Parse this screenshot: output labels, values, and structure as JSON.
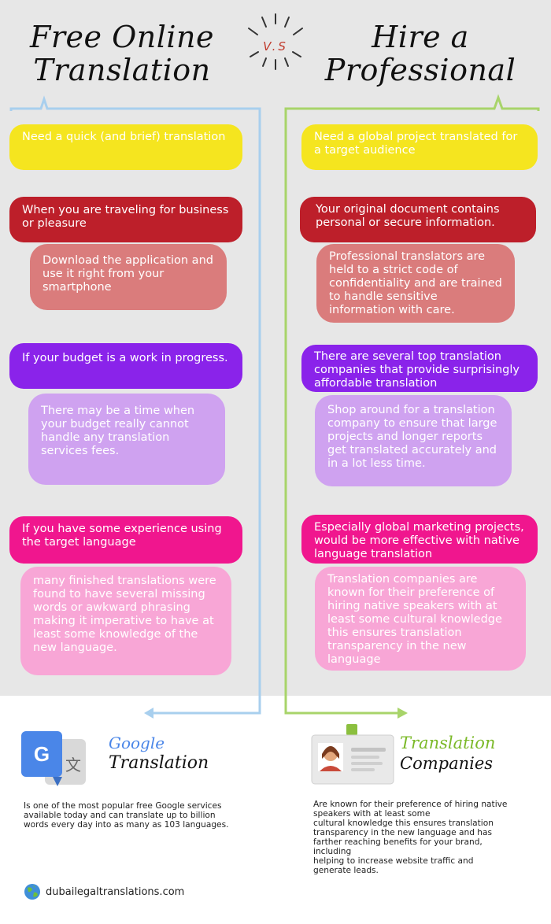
{
  "header": {
    "left_title_line1": "Free Online",
    "left_title_line2": "Translation",
    "vs": "V.S",
    "right_title_line1": "Hire a",
    "right_title_line2": "Professional"
  },
  "left": {
    "pill1": "Need a quick (and brief) translation",
    "pill2": "When you are traveling for business or pleasure",
    "card2": "Download the application and use it right from your smartphone",
    "pill3": "If your budget is a work in progress.",
    "card3": "There may be a time when your budget really cannot handle any translation services fees.",
    "pill4": "If you have some experience using the target language",
    "card4": "many finished translations were found to have several missing words or awkward phrasing making it imperative to have at least some knowledge of the new language."
  },
  "right": {
    "pill1": "Need a global project translated for a target audience",
    "pill2": "Your original document contains personal or secure information.",
    "card2": "Professional translators are held to a strict code of confidentiality and are trained to handle sensitive information with care.",
    "pill3": "There are several top translation companies that provide surprisingly affordable translation",
    "card3": "Shop around for a translation company to ensure that large projects and longer reports get translated accurately and in a lot less time.",
    "pill4": "Especially global marketing projects, would be more effective with native language translation",
    "card4": "Translation companies are known for their preference of hiring native speakers with at least some cultural knowledge this ensures translation transparency in the new language"
  },
  "bottom": {
    "google_word": "Google",
    "google_translation_word": "Translation",
    "google_desc": "Is one of the most popular free Google services\navailable today and can translate up to billion\nwords every day into as many as 103 languages.",
    "tc_word1": "Translation",
    "tc_word2": "Companies",
    "tc_desc": "Are known for their preference of hiring native\nspeakers with at least some\ncultural  knowledge this ensures translation\ntransparency in the new language and has\nfarther reaching benefits for your brand,\nincluding\nhelping to increase website traffic and\ngenerate leads.",
    "google_icon_letter": "G",
    "google_icon_glyph": "文",
    "website": "dubailegaltranslations.com"
  },
  "colors": {
    "yellow": "#f5e51f",
    "red": "#bd1f2a",
    "purple": "#8a23ea",
    "magenta": "#f0168e",
    "left_line": "#a8cfee",
    "right_line": "#a8d46a",
    "google_blue": "#4a86e8",
    "translation_green": "#7bb928"
  },
  "icons": [
    "google-translate-icon",
    "id-badge-icon",
    "globe-icon"
  ]
}
